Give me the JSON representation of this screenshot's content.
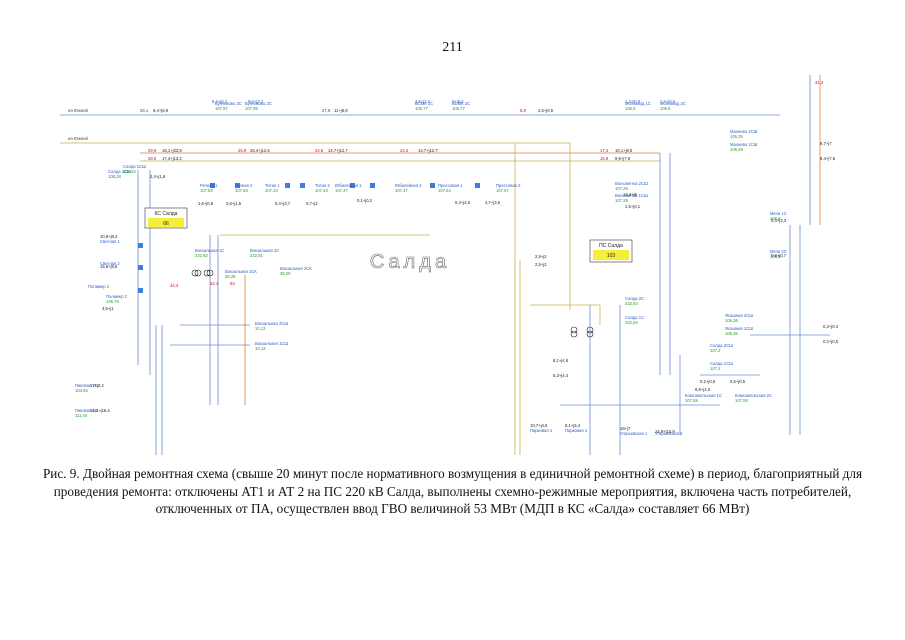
{
  "page_number": "211",
  "caption": "Рис. 9. Двойная ремонтная схема (свыше 20 минут после нормативного возмущения в единичной ремонтной схеме) в период, благоприятный для проведения ремонта: отключены АТ1 и АТ 2 на ПС 220 кВ Салда, выполнены схемно-режимные мероприятия, включена часть потребителей, отключенных от ПА, осуществлен ввод ГВО величиной 53 МВт (МДП в КС «Салда» составляет 66 МВт)",
  "diagram": {
    "area_title": "Салда",
    "ks_box": {
      "label": "КС Салда",
      "value": "66"
    },
    "ps_box": {
      "label": "ПС Салда",
      "value": "103"
    },
    "line_labels": [
      {
        "id": "l1",
        "text": "на Южной"
      },
      {
        "id": "l2",
        "text": "на Южной"
      }
    ],
    "substations": [
      {
        "id": "s1",
        "name": "Бубчиково 2С",
        "value": "107,97"
      },
      {
        "id": "s2",
        "name": "Бубчиково 2С",
        "value": "107,95"
      },
      {
        "id": "s3",
        "name": "ВСМК 1С",
        "value": "106,77"
      },
      {
        "id": "s4",
        "name": "ВСМК 2С",
        "value": "106,77"
      },
      {
        "id": "s5",
        "name": "Молзавод 1С",
        "value": "106,6"
      },
      {
        "id": "s6",
        "name": "Молзавод 2С",
        "value": "106,6"
      },
      {
        "id": "s7",
        "name": "Салда 2СШ",
        "value": "108,28"
      },
      {
        "id": "s8",
        "name": "Салда 1СШ",
        "value": "109,22"
      },
      {
        "id": "s9",
        "name": "Речная 1",
        "value": "107,84"
      },
      {
        "id": "s10",
        "name": "Речная 2",
        "value": "107,83"
      },
      {
        "id": "s11",
        "name": "Титан 1",
        "value": "107,43"
      },
      {
        "id": "s12",
        "name": "Титан 2",
        "value": "107,43"
      },
      {
        "id": "s13",
        "name": "Юбилейная 1",
        "value": "107,47"
      },
      {
        "id": "s14",
        "name": "Юбилейная 2",
        "value": "107,47"
      },
      {
        "id": "s15",
        "name": "Прессовая 1",
        "value": "107,54"
      },
      {
        "id": "s16",
        "name": "Прессовая 2",
        "value": "107,57"
      },
      {
        "id": "s17",
        "name": "Вокзальная 1С",
        "value": "222,92"
      },
      {
        "id": "s18",
        "name": "Вокзальная 2С",
        "value": "222,91"
      },
      {
        "id": "s19",
        "name": "Вокзальная 1СК",
        "value": "35,28"
      },
      {
        "id": "s20",
        "name": "Вокзальная 2СК",
        "value": "35,29"
      },
      {
        "id": "s21",
        "name": "Светлая 1",
        "value": ""
      },
      {
        "id": "s22",
        "name": "Светлая 2",
        "value": ""
      },
      {
        "id": "s23",
        "name": "Полимер 1",
        "value": ""
      },
      {
        "id": "s24",
        "name": "Полимер 2",
        "value": "105,76"
      },
      {
        "id": "s25",
        "name": "Вокзальная 2СШ",
        "value": "10,13"
      },
      {
        "id": "s26",
        "name": "Вокзальная 1СШ",
        "value": "10,13"
      },
      {
        "id": "s27",
        "name": "Пиковая 2С",
        "value": "103,65"
      },
      {
        "id": "s28",
        "name": "Пиковая 1С",
        "value": "111,44"
      },
      {
        "id": "s29",
        "name": "Салда 2С",
        "value": "222,84"
      },
      {
        "id": "s30",
        "name": "Салда 1С",
        "value": "222,84"
      },
      {
        "id": "s31",
        "name": "Вольтметка 2СШ",
        "value": "107,29"
      },
      {
        "id": "s32",
        "name": "Вольтметка 1СШ",
        "value": "107,29"
      },
      {
        "id": "s33",
        "name": "Салда 2СШ",
        "value": "107,2"
      },
      {
        "id": "s34",
        "name": "Салда 1СШ",
        "value": "107,2"
      },
      {
        "id": "s35",
        "name": "Комсомольская 1С",
        "value": "107,59"
      },
      {
        "id": "s36",
        "name": "Комсомольская 2С",
        "value": "107,59"
      },
      {
        "id": "s37",
        "name": "Ясашная 2СШ",
        "value": "106,36"
      },
      {
        "id": "s38",
        "name": "Ясашная 1СШ",
        "value": "106,36"
      },
      {
        "id": "s39",
        "name": "Меча 1С",
        "value": "106,8"
      },
      {
        "id": "s40",
        "name": "Меча 2С",
        "value": "106,8"
      },
      {
        "id": "s41",
        "name": "Махнево 2СШ",
        "value": "105,35"
      },
      {
        "id": "s42",
        "name": "Махнево 1СШ",
        "value": "105,29"
      },
      {
        "id": "s43",
        "name": "Парковая 1",
        "value": ""
      },
      {
        "id": "s44",
        "name": "Парковая 2",
        "value": ""
      },
      {
        "id": "s45",
        "name": "Угорьевская 1",
        "value": ""
      },
      {
        "id": "s46",
        "name": "Угорьевская 2",
        "value": ""
      }
    ],
    "flows": [
      {
        "id": "f1",
        "text": "26,1"
      },
      {
        "id": "f2",
        "text": "8,4+j8,9"
      },
      {
        "id": "f3",
        "text": "8,2+j3,2"
      },
      {
        "id": "f4",
        "text": "8,2+j3,2"
      },
      {
        "id": "f5",
        "text": "27,9"
      },
      {
        "id": "f6",
        "text": "11+j8,9"
      },
      {
        "id": "f7",
        "text": "2,5+j2,4"
      },
      {
        "id": "f8",
        "text": "5+j8,4"
      },
      {
        "id": "f9",
        "text": "5,8"
      },
      {
        "id": "f10",
        "text": "2,6+j0,9"
      },
      {
        "id": "f11",
        "text": "1,4+j0,8"
      },
      {
        "id": "f12",
        "text": "1,5+j0,6"
      },
      {
        "id": "f13",
        "text": "29,9"
      },
      {
        "id": "f14",
        "text": "18,1+j33,9"
      },
      {
        "id": "f15",
        "text": "28,9"
      },
      {
        "id": "f16",
        "text": "17,4+j13,2"
      },
      {
        "id": "f17",
        "text": "25,9"
      },
      {
        "id": "f18",
        "text": "25,4+j12,6"
      },
      {
        "id": "f19",
        "text": "24,8"
      },
      {
        "id": "f20",
        "text": "14,7+j12,7"
      },
      {
        "id": "f21",
        "text": "24,4"
      },
      {
        "id": "f22",
        "text": "14,7+j12,7"
      },
      {
        "id": "f23",
        "text": "17,4"
      },
      {
        "id": "f24",
        "text": "10,1+j8,5"
      },
      {
        "id": "f25",
        "text": "15,9"
      },
      {
        "id": "f26",
        "text": "9,9+j7,8"
      },
      {
        "id": "f27",
        "text": "2,4+j1,8"
      },
      {
        "id": "f28",
        "text": "1,6+j0,9"
      },
      {
        "id": "f29",
        "text": "2,6+j1,5"
      },
      {
        "id": "f30",
        "text": "0,4+j3,7"
      },
      {
        "id": "f31",
        "text": "0,7+j2"
      },
      {
        "id": "f32",
        "text": "0,1+j0,2"
      },
      {
        "id": "f33",
        "text": "5,3+j4,5"
      },
      {
        "id": "f34",
        "text": "4,7+j3,6"
      },
      {
        "id": "f35",
        "text": "10,9+j8,2"
      },
      {
        "id": "f36",
        "text": "15,8+j9,8"
      },
      {
        "id": "f37",
        "text": "4,6+j1"
      },
      {
        "id": "f38",
        "text": "2,5+j2"
      },
      {
        "id": "f39",
        "text": "2,5+j2"
      },
      {
        "id": "f40",
        "text": "44,3"
      },
      {
        "id": "f41",
        "text": "52,1"
      },
      {
        "id": "f42",
        "text": "53"
      },
      {
        "id": "f43",
        "text": "13,4+j6"
      },
      {
        "id": "f44",
        "text": "1,5+j0,1"
      },
      {
        "id": "f45",
        "text": "0,4+j3,3"
      },
      {
        "id": "f46",
        "text": "0,8+j0,7"
      },
      {
        "id": "f47",
        "text": "9,7+j7"
      },
      {
        "id": "f48",
        "text": "8,4+j7,8"
      },
      {
        "id": "f49",
        "text": "0,3+j0,4"
      },
      {
        "id": "f50",
        "text": "0,2+j0,5"
      },
      {
        "id": "f51",
        "text": "0,2+j0,5"
      },
      {
        "id": "f52",
        "text": "0,5+j0,5"
      },
      {
        "id": "f53",
        "text": "8,8+j2,3"
      },
      {
        "id": "f54",
        "text": "5,3+j4,4"
      },
      {
        "id": "f55",
        "text": "8,1+j4,6"
      },
      {
        "id": "f56",
        "text": "10,7+j4,6"
      },
      {
        "id": "f57",
        "text": "8,1+j5,4"
      },
      {
        "id": "f58",
        "text": "16+j7"
      },
      {
        "id": "f59",
        "text": "24,9+j15,9"
      },
      {
        "id": "f60",
        "text": "17+j8,2"
      },
      {
        "id": "f61",
        "text": "18,4+j16,4"
      },
      {
        "id": "f62",
        "text": "31,2"
      }
    ]
  }
}
